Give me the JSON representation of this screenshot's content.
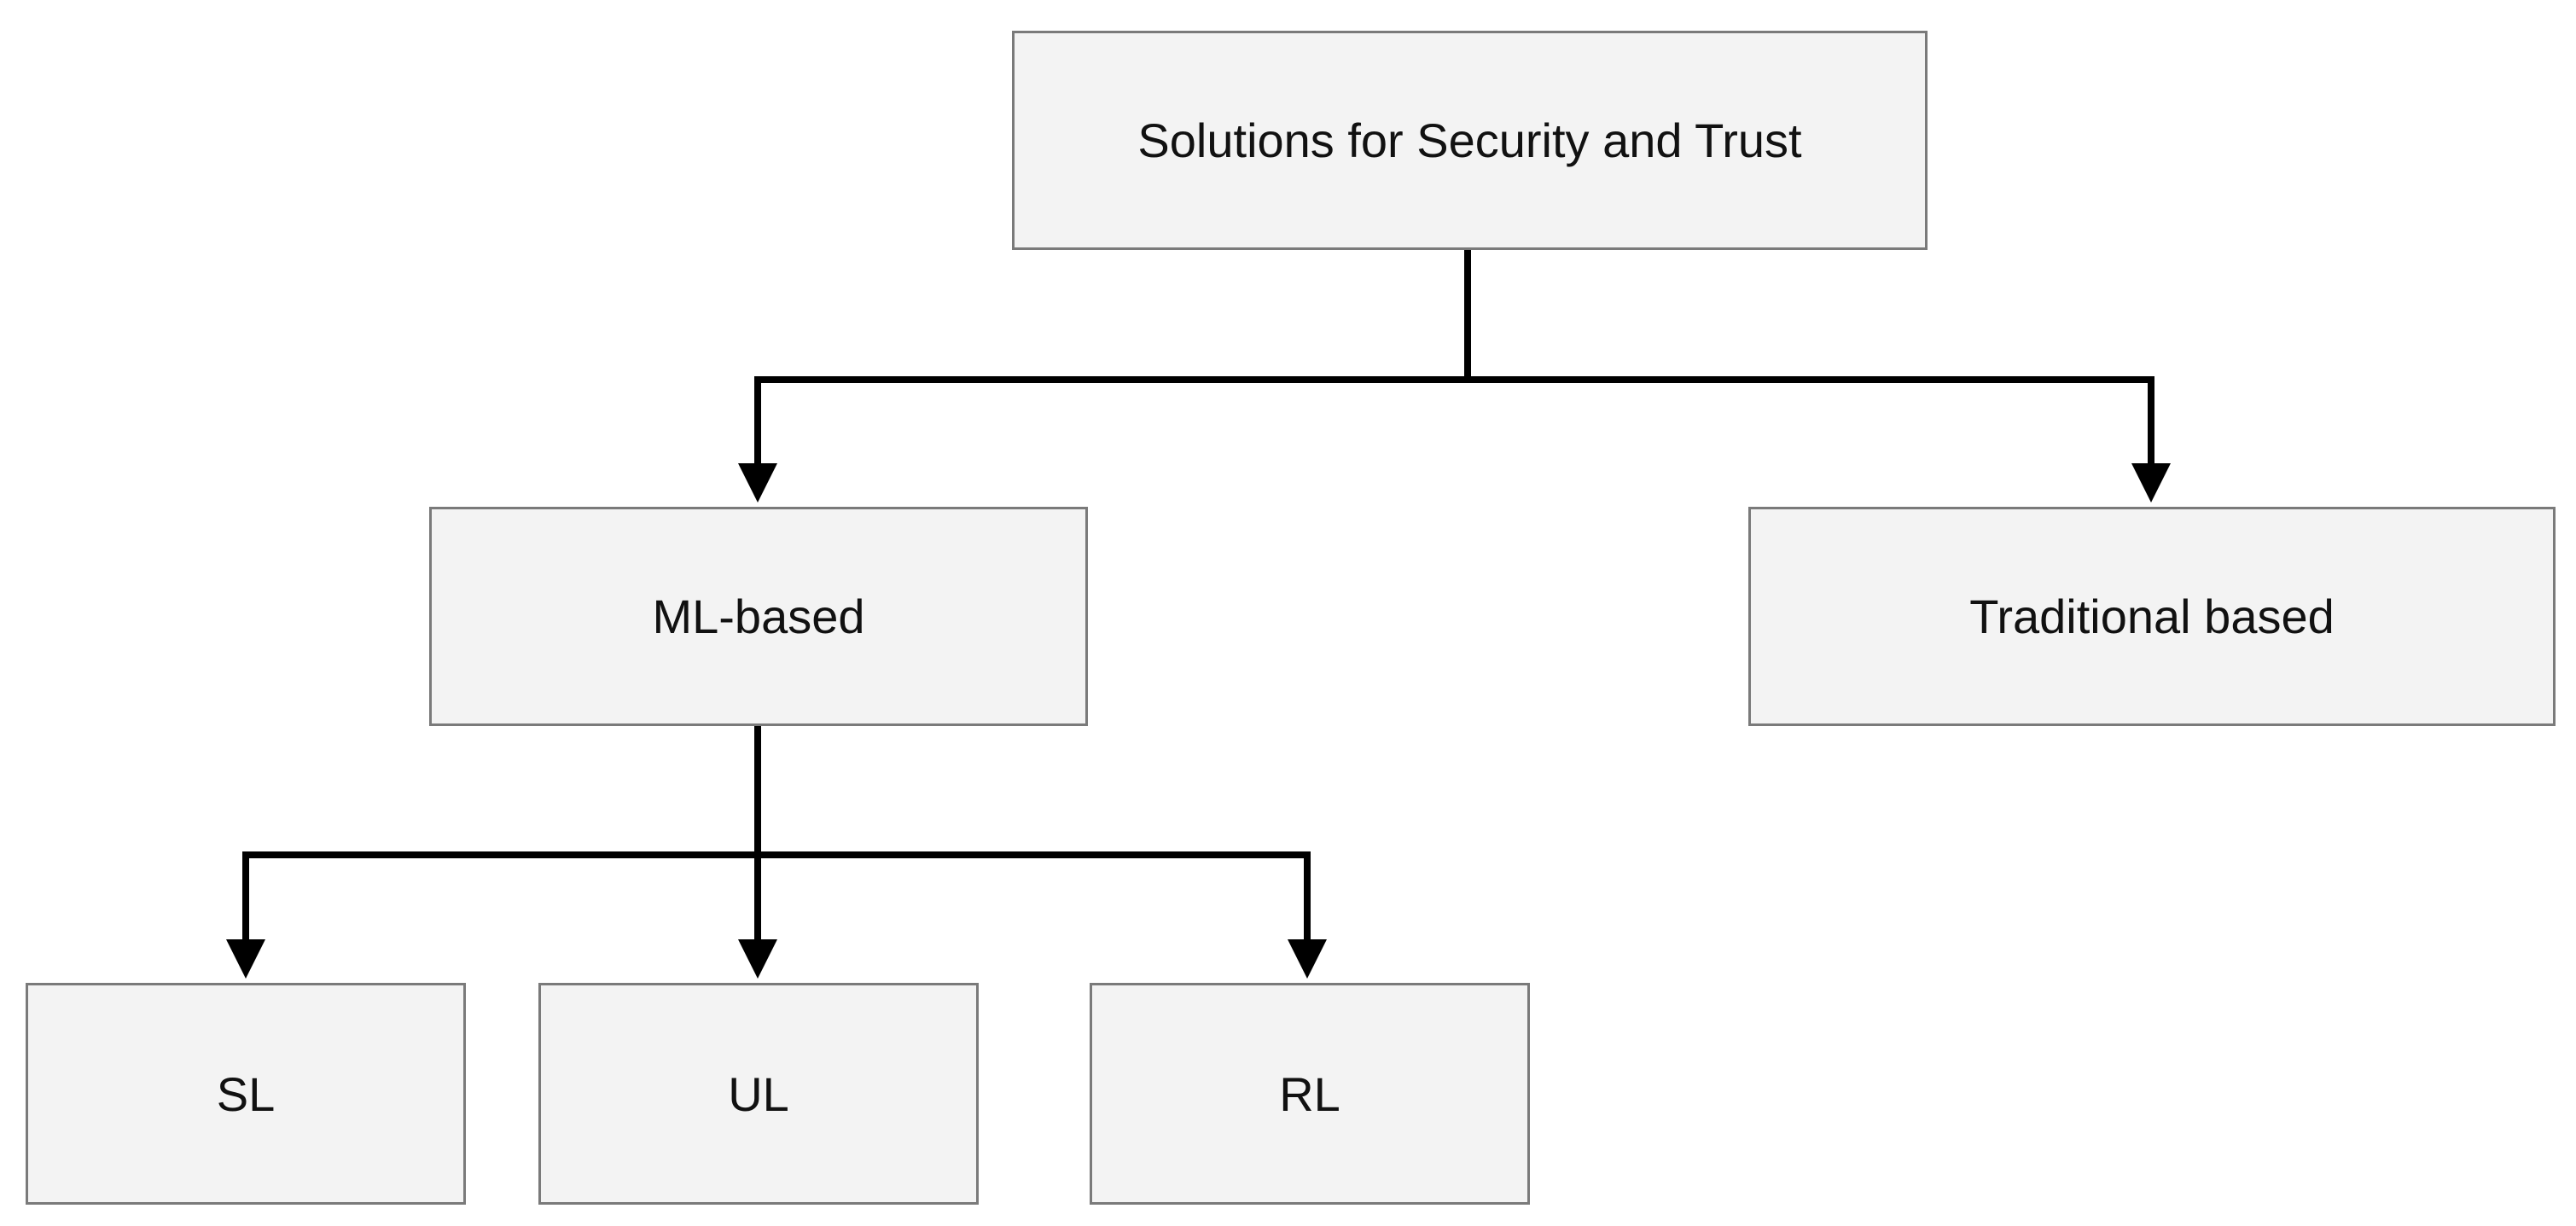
{
  "diagram": {
    "root": {
      "label": "Solutions for Security and Trust"
    },
    "level1": [
      {
        "label": "ML-based"
      },
      {
        "label": "Traditional based"
      }
    ],
    "level2": [
      {
        "label": "SL"
      },
      {
        "label": "UL"
      },
      {
        "label": "RL"
      }
    ]
  },
  "colors": {
    "node_fill": "#f3f3f3",
    "node_border": "#7a7a7a",
    "connector": "#000000",
    "text": "#111111"
  }
}
